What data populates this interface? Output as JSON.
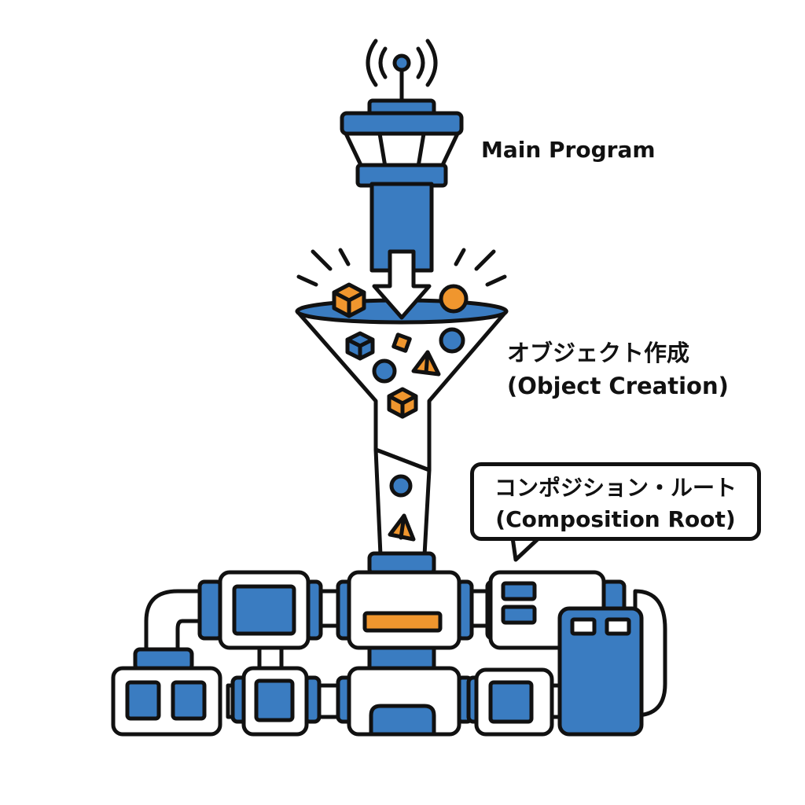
{
  "labels": {
    "main_program": "Main Program",
    "object_creation_jp": "オブジェクト作成",
    "object_creation_en": "(Object Creation)",
    "composition_root_jp": "コンポジション・ルート",
    "composition_root_en": "(Composition Root)"
  },
  "colors": {
    "blue": "#3a7cc1",
    "orange": "#f0962e",
    "outline": "#111111",
    "background": "#ffffff"
  },
  "icons": [
    "control-tower-icon",
    "antenna-signal-icon",
    "down-arrow-icon",
    "funnel-icon",
    "cube-icon",
    "sphere-icon",
    "pyramid-icon",
    "machine-module-icon"
  ]
}
